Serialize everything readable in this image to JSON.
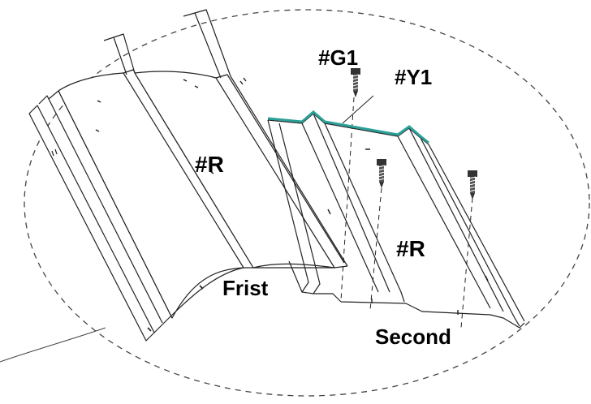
{
  "labels": {
    "first_sheet": "#R",
    "second_sheet": "#R",
    "screw": "#G1",
    "seal_strip": "#Y1",
    "first_caption": "Frist",
    "second_caption": "Second"
  },
  "colors": {
    "line": "#222222",
    "seal_strip": "#2aa198",
    "background": "#ffffff"
  },
  "icons": {
    "screw": "self-drilling-screw-icon"
  }
}
